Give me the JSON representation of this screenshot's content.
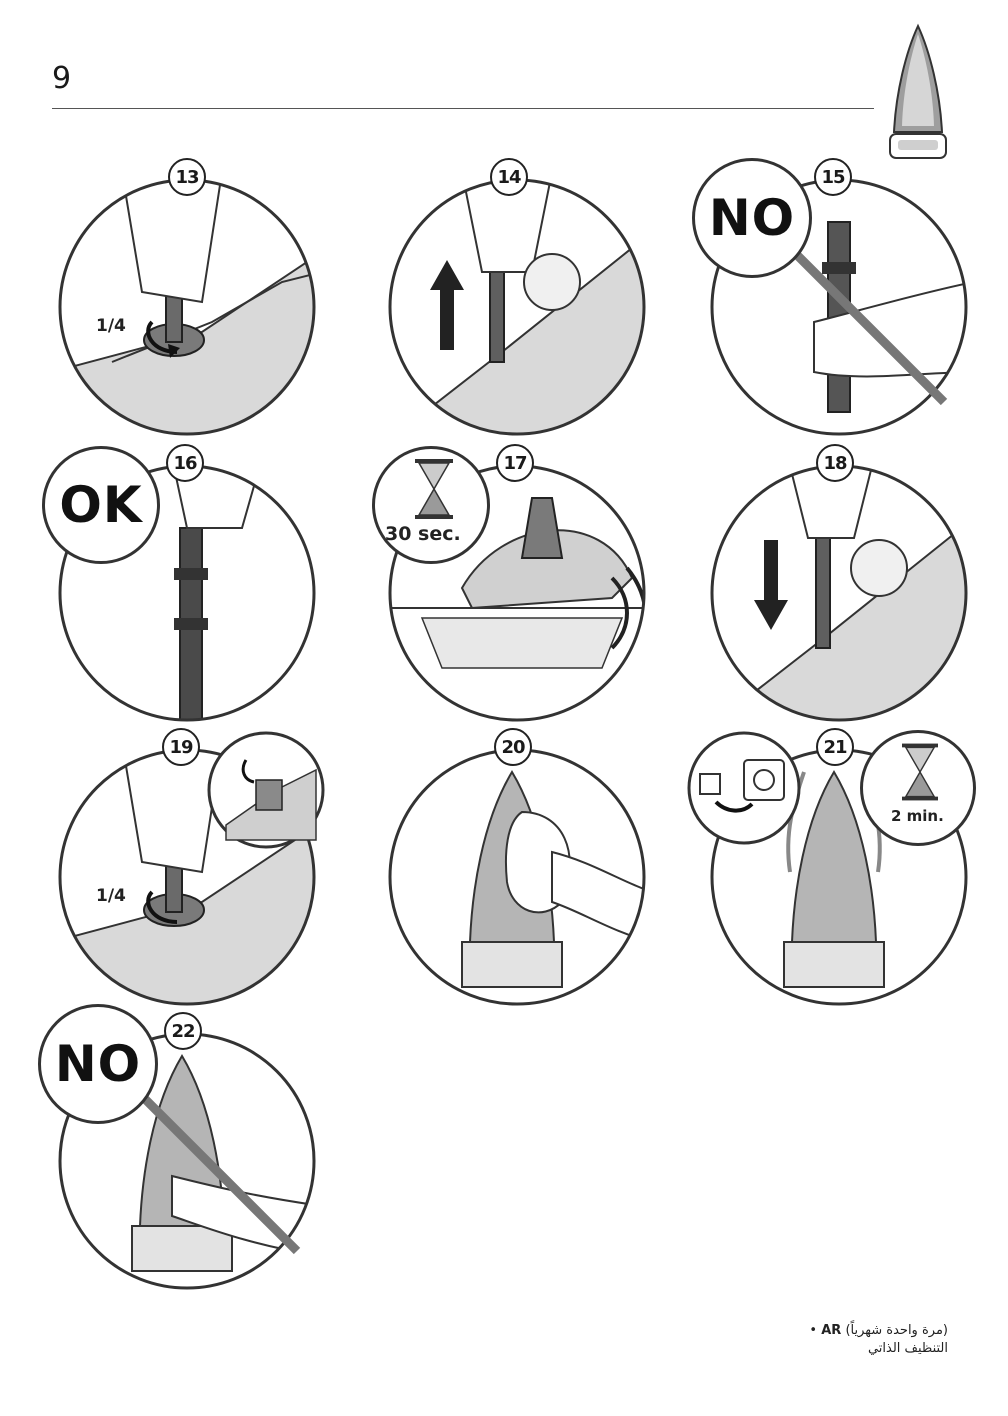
{
  "page": {
    "number": "9"
  },
  "steps": [
    {
      "number": "13",
      "label": "1/4"
    },
    {
      "number": "14"
    },
    {
      "number": "15",
      "callout": "NO"
    },
    {
      "number": "16",
      "callout": "OK"
    },
    {
      "number": "17",
      "timer": "30 sec."
    },
    {
      "number": "18"
    },
    {
      "number": "19",
      "label": "1/4"
    },
    {
      "number": "20"
    },
    {
      "number": "21",
      "timer": "2 min."
    },
    {
      "number": "22",
      "callout": "NO"
    }
  ],
  "footer": {
    "bullet": "•",
    "lang_code": "AR",
    "line1": "(مرة واحدة شهرياً)",
    "line2": "التنظيف الذاتي"
  },
  "colors": {
    "line": "#333333",
    "fill_light": "#e8e8e8",
    "fill_mid": "#bdbdbd",
    "fill_dark": "#666666"
  },
  "icons": [
    "iron-icon",
    "hourglass-icon",
    "arrow-up-icon",
    "arrow-down-icon",
    "rotate-arrow-icon",
    "plug-socket-icon",
    "prohibited-strike-icon"
  ]
}
